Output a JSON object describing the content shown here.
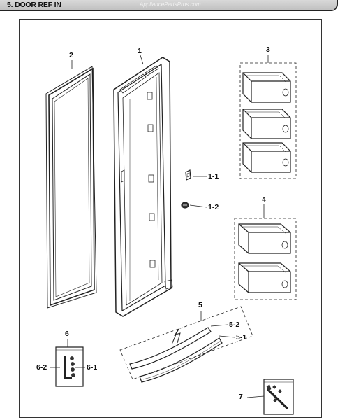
{
  "header": {
    "title": "5. DOOR REF IN",
    "watermark": "AppliancePartsPros.com"
  },
  "callouts": {
    "p1": "1",
    "p1_1": "1-1",
    "p1_2": "1-2",
    "p2": "2",
    "p3": "3",
    "p4": "4",
    "p5": "5",
    "p5_1": "5-1",
    "p5_2": "5-2",
    "p6": "6",
    "p6_1": "6-1",
    "p6_2": "6-2",
    "p7": "7"
  }
}
